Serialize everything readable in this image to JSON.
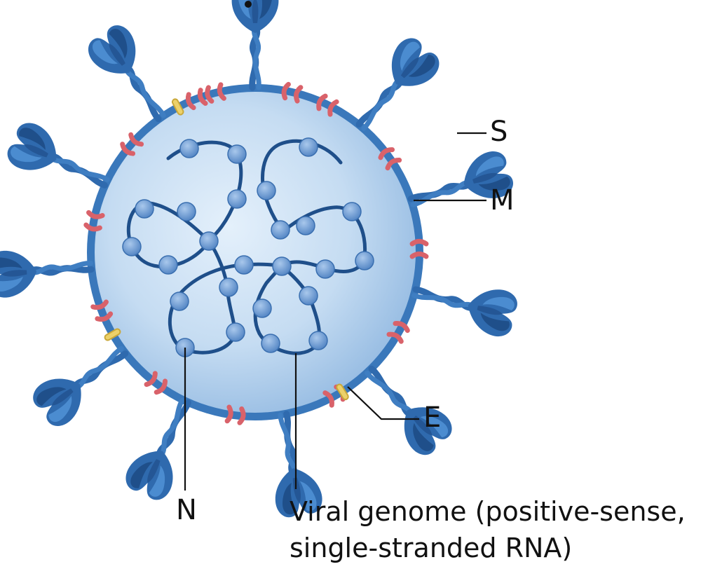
{
  "labels": {
    "spike": "S",
    "membrane": "M",
    "envelope": "E",
    "nucleocapsid": "N",
    "genome_line1": "Viral genome (positive-sense,",
    "genome_line2": "single-stranded RNA)"
  },
  "colors": {
    "envelope_ring": "#3a78bb",
    "interior_light": "#dbeaf8",
    "interior_dark": "#9cc1e4",
    "spike_main": "#2f6aae",
    "spike_light": "#4b8cd0",
    "spike_dark": "#1f4f8a",
    "membrane_protein": "#d9626a",
    "envelope_protein": "#e8c85a",
    "rna_strand": "#1f4f8a",
    "nucleocapsid_bead": "#6e9fd6",
    "leader_line": "#111111"
  },
  "icons": {
    "virion": "coronavirus-virion-icon"
  }
}
